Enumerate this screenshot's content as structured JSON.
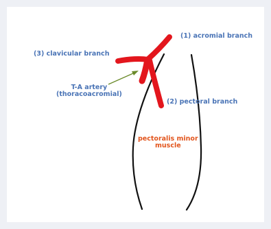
{
  "diagram": {
    "labels": {
      "acromial": "(1) acromial branch",
      "clavicular": "(3) clavicular branch",
      "ta_artery_line1": "T-A artery",
      "ta_artery_line2": "(thoracoacromial)",
      "pectoral": "(2) pectoral branch",
      "muscle_line1": "pectoralis minor",
      "muscle_line2": "muscle"
    },
    "colors": {
      "artery": "#e3161d",
      "label_blue": "#4a74b6",
      "label_orange": "#e2551d",
      "pointer_arrow": "#6a8a2a",
      "muscle_outline": "#111111",
      "background": "#ffffff",
      "border": "#eef0f5"
    }
  }
}
